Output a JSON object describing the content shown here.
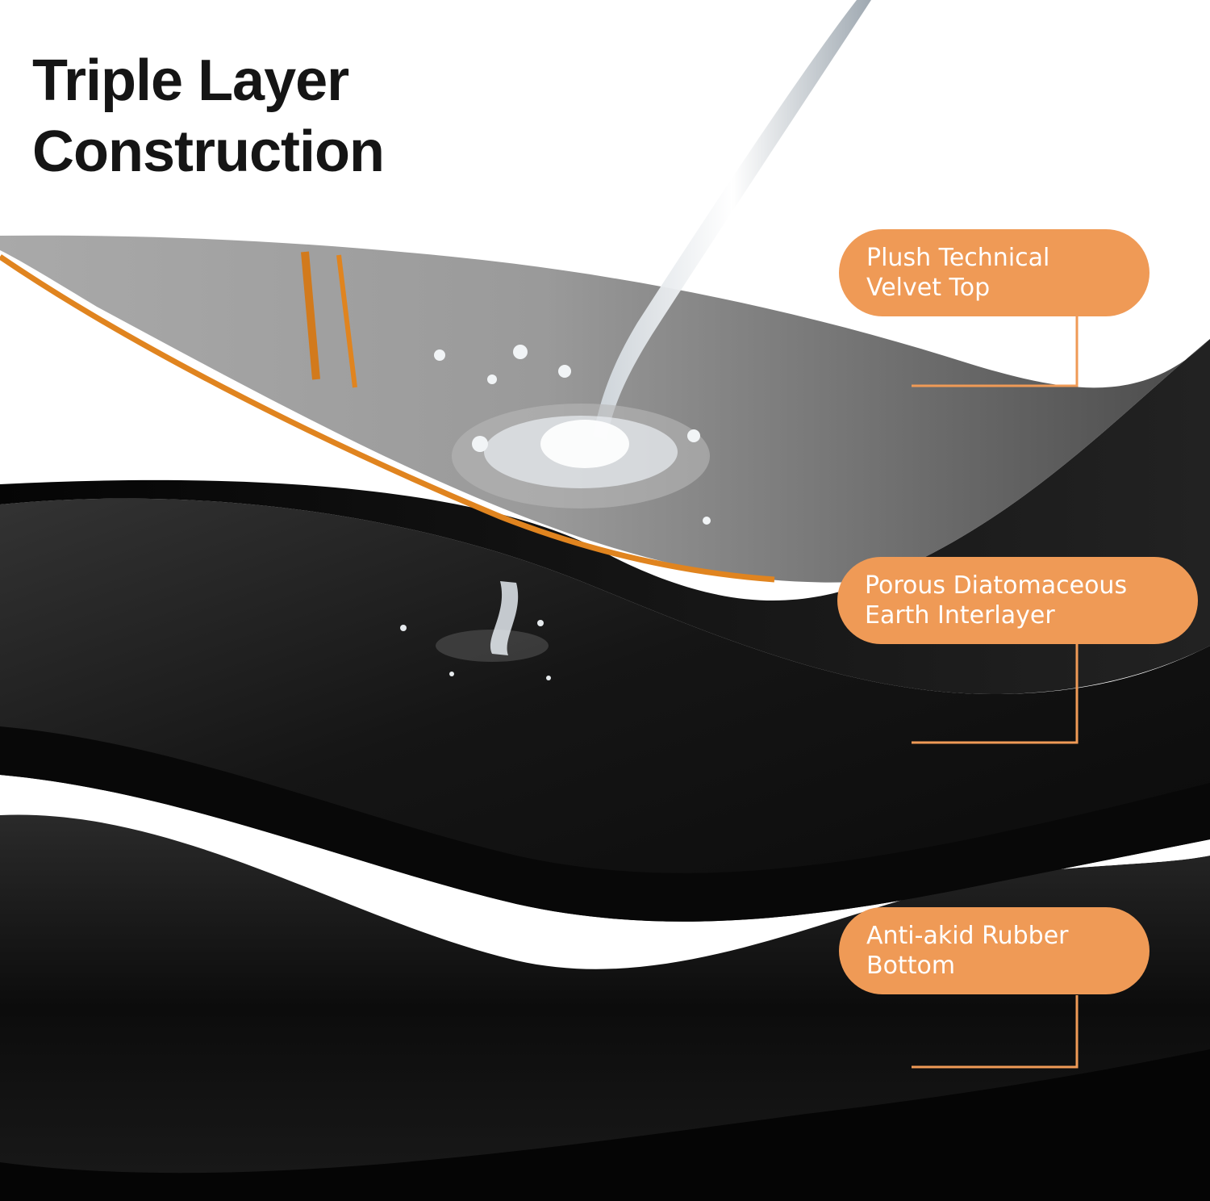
{
  "title": {
    "line1": "Triple Layer",
    "line2": "Construction"
  },
  "callouts": [
    {
      "line1": "Plush Technical",
      "line2": "Velvet Top"
    },
    {
      "line1": "Porous Diatomaceous",
      "line2": "Earth Interlayer"
    },
    {
      "line1": "Anti-akid Rubber",
      "line2": "Bottom"
    }
  ],
  "colors": {
    "accent": "#ef9a56",
    "velvet_gray": "#8c8c8c",
    "layer_black": "#121212",
    "stripe_orange": "#e0841f"
  },
  "icons": [
    "water-stream",
    "water-splash",
    "water-drip"
  ]
}
